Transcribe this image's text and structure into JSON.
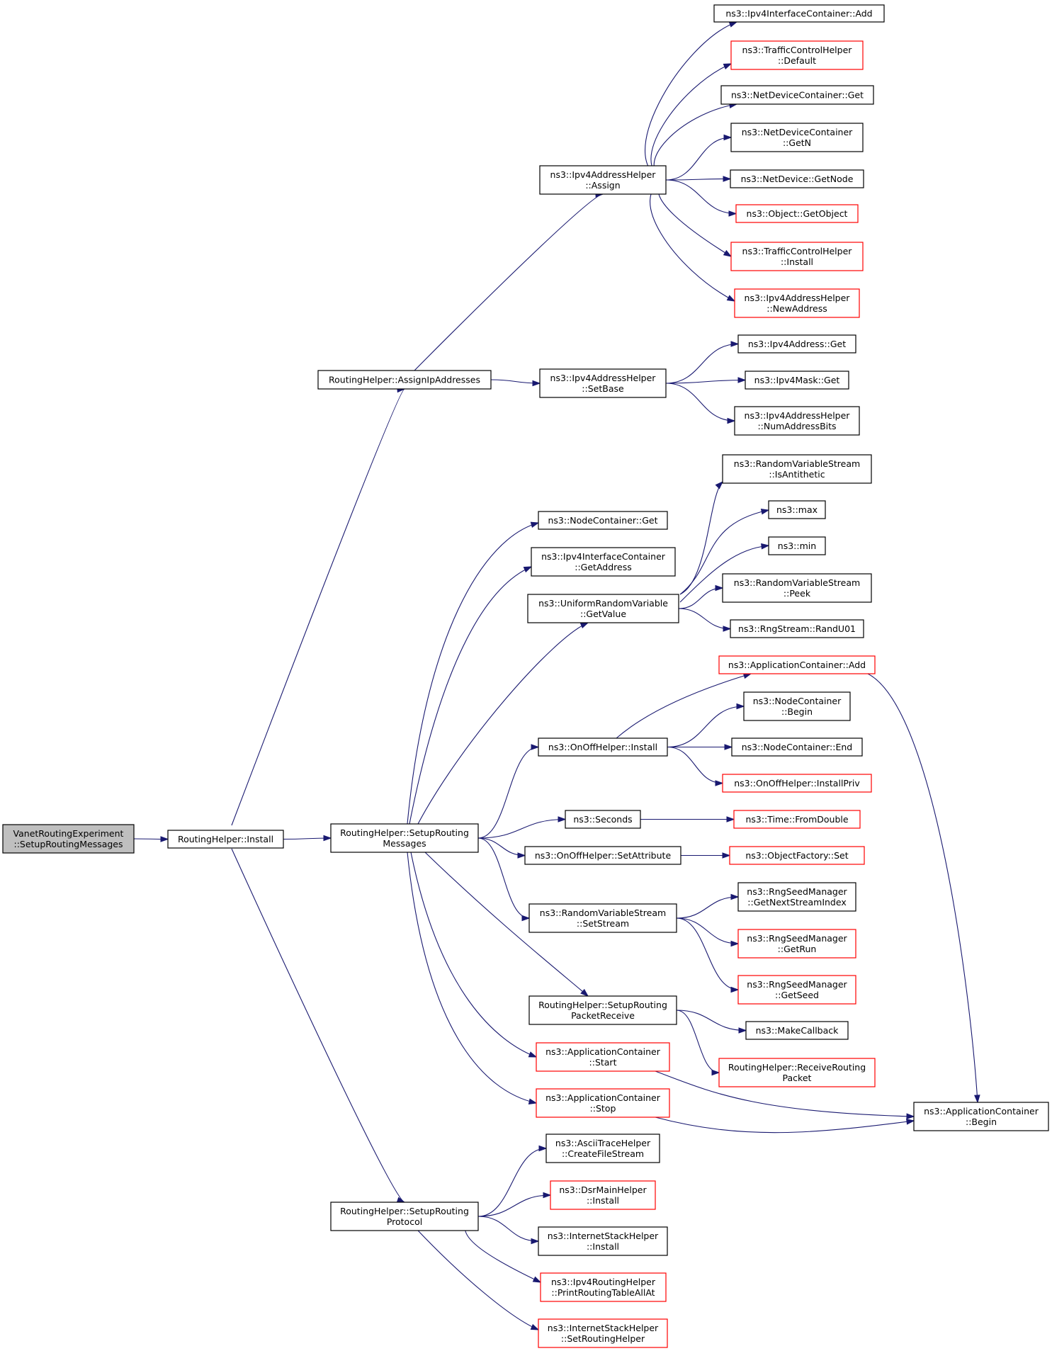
{
  "nodes": [
    {
      "id": "vre",
      "lines": [
        "VanetRoutingExperiment",
        "::SetupRoutingMessages"
      ],
      "style": "focus"
    },
    {
      "id": "install",
      "lines": [
        "RoutingHelper::Install"
      ],
      "style": "black"
    },
    {
      "id": "assignip",
      "lines": [
        "RoutingHelper::AssignIpAddresses"
      ],
      "style": "black"
    },
    {
      "id": "setupmsgs",
      "lines": [
        "RoutingHelper::SetupRouting",
        "Messages"
      ],
      "style": "black"
    },
    {
      "id": "setupproto",
      "lines": [
        "RoutingHelper::SetupRouting",
        "Protocol"
      ],
      "style": "black"
    },
    {
      "id": "assign",
      "lines": [
        "ns3::Ipv4AddressHelper",
        "::Assign"
      ],
      "style": "black"
    },
    {
      "id": "setbase",
      "lines": [
        "ns3::Ipv4AddressHelper",
        "::SetBase"
      ],
      "style": "black"
    },
    {
      "id": "ic_add",
      "lines": [
        "ns3::Ipv4InterfaceContainer::Add"
      ],
      "style": "black"
    },
    {
      "id": "tch_default",
      "lines": [
        "ns3::TrafficControlHelper",
        "::Default"
      ],
      "style": "red"
    },
    {
      "id": "ndc_get",
      "lines": [
        "ns3::NetDeviceContainer::Get"
      ],
      "style": "black"
    },
    {
      "id": "ndc_getn",
      "lines": [
        "ns3::NetDeviceContainer",
        "::GetN"
      ],
      "style": "black"
    },
    {
      "id": "nd_getnode",
      "lines": [
        "ns3::NetDevice::GetNode"
      ],
      "style": "black"
    },
    {
      "id": "obj_getobject",
      "lines": [
        "ns3::Object::GetObject"
      ],
      "style": "red"
    },
    {
      "id": "tch_install",
      "lines": [
        "ns3::TrafficControlHelper",
        "::Install"
      ],
      "style": "red"
    },
    {
      "id": "iah_newaddr",
      "lines": [
        "ns3::Ipv4AddressHelper",
        "::NewAddress"
      ],
      "style": "red"
    },
    {
      "id": "ipv4addr_get",
      "lines": [
        "ns3::Ipv4Address::Get"
      ],
      "style": "black"
    },
    {
      "id": "ipv4mask_get",
      "lines": [
        "ns3::Ipv4Mask::Get"
      ],
      "style": "black"
    },
    {
      "id": "iah_numbits",
      "lines": [
        "ns3::Ipv4AddressHelper",
        "::NumAddressBits"
      ],
      "style": "black"
    },
    {
      "id": "nc_get",
      "lines": [
        "ns3::NodeContainer::Get"
      ],
      "style": "black"
    },
    {
      "id": "ic_getaddr",
      "lines": [
        "ns3::Ipv4InterfaceContainer",
        "::GetAddress"
      ],
      "style": "black"
    },
    {
      "id": "urv_getvalue",
      "lines": [
        "ns3::UniformRandomVariable",
        "::GetValue"
      ],
      "style": "black"
    },
    {
      "id": "rvs_isanti",
      "lines": [
        "ns3::RandomVariableStream",
        "::IsAntithetic"
      ],
      "style": "black"
    },
    {
      "id": "max",
      "lines": [
        "ns3::max"
      ],
      "style": "black"
    },
    {
      "id": "min",
      "lines": [
        "ns3::min"
      ],
      "style": "black"
    },
    {
      "id": "rvs_peek",
      "lines": [
        "ns3::RandomVariableStream",
        "::Peek"
      ],
      "style": "black"
    },
    {
      "id": "rng_randu01",
      "lines": [
        "ns3::RngStream::RandU01"
      ],
      "style": "black"
    },
    {
      "id": "ac_add",
      "lines": [
        "ns3::ApplicationContainer::Add"
      ],
      "style": "red"
    },
    {
      "id": "onoff_install",
      "lines": [
        "ns3::OnOffHelper::Install"
      ],
      "style": "black"
    },
    {
      "id": "nc_begin",
      "lines": [
        "ns3::NodeContainer",
        "::Begin"
      ],
      "style": "black"
    },
    {
      "id": "nc_end",
      "lines": [
        "ns3::NodeContainer::End"
      ],
      "style": "black"
    },
    {
      "id": "onoff_installpriv",
      "lines": [
        "ns3::OnOffHelper::InstallPriv"
      ],
      "style": "red"
    },
    {
      "id": "seconds",
      "lines": [
        "ns3::Seconds"
      ],
      "style": "black"
    },
    {
      "id": "time_fromdouble",
      "lines": [
        "ns3::Time::FromDouble"
      ],
      "style": "red"
    },
    {
      "id": "onoff_setattr",
      "lines": [
        "ns3::OnOffHelper::SetAttribute"
      ],
      "style": "black"
    },
    {
      "id": "of_set",
      "lines": [
        "ns3::ObjectFactory::Set"
      ],
      "style": "red"
    },
    {
      "id": "rvs_setstream",
      "lines": [
        "ns3::RandomVariableStream",
        "::SetStream"
      ],
      "style": "black"
    },
    {
      "id": "rsm_getnext",
      "lines": [
        "ns3::RngSeedManager",
        "::GetNextStreamIndex"
      ],
      "style": "black"
    },
    {
      "id": "rsm_getrun",
      "lines": [
        "ns3::RngSeedManager",
        "::GetRun"
      ],
      "style": "red"
    },
    {
      "id": "rsm_getseed",
      "lines": [
        "ns3::RngSeedManager",
        "::GetSeed"
      ],
      "style": "red"
    },
    {
      "id": "setup_recv",
      "lines": [
        "RoutingHelper::SetupRouting",
        "PacketReceive"
      ],
      "style": "black"
    },
    {
      "id": "makecallback",
      "lines": [
        "ns3::MakeCallback"
      ],
      "style": "black"
    },
    {
      "id": "recv_pkt",
      "lines": [
        "RoutingHelper::ReceiveRouting",
        "Packet"
      ],
      "style": "red"
    },
    {
      "id": "ac_start",
      "lines": [
        "ns3::ApplicationContainer",
        "::Start"
      ],
      "style": "red"
    },
    {
      "id": "ac_stop",
      "lines": [
        "ns3::ApplicationContainer",
        "::Stop"
      ],
      "style": "red"
    },
    {
      "id": "ac_begin",
      "lines": [
        "ns3::ApplicationContainer",
        "::Begin"
      ],
      "style": "black"
    },
    {
      "id": "ath_create",
      "lines": [
        "ns3::AsciiTraceHelper",
        "::CreateFileStream"
      ],
      "style": "black"
    },
    {
      "id": "dsr_install",
      "lines": [
        "ns3::DsrMainHelper",
        "::Install"
      ],
      "style": "red"
    },
    {
      "id": "ish_install",
      "lines": [
        "ns3::InternetStackHelper",
        "::Install"
      ],
      "style": "black"
    },
    {
      "id": "irh_print",
      "lines": [
        "ns3::Ipv4RoutingHelper",
        "::PrintRoutingTableAllAt"
      ],
      "style": "red"
    },
    {
      "id": "ish_setrouting",
      "lines": [
        "ns3::InternetStackHelper",
        "::SetRoutingHelper"
      ],
      "style": "red"
    }
  ],
  "edges": [
    [
      "vre",
      "install"
    ],
    [
      "install",
      "assignip"
    ],
    [
      "install",
      "setupmsgs"
    ],
    [
      "install",
      "setupproto"
    ],
    [
      "assignip",
      "assign"
    ],
    [
      "assignip",
      "setbase"
    ],
    [
      "assign",
      "ic_add"
    ],
    [
      "assign",
      "tch_default"
    ],
    [
      "assign",
      "ndc_get"
    ],
    [
      "assign",
      "ndc_getn"
    ],
    [
      "assign",
      "nd_getnode"
    ],
    [
      "assign",
      "obj_getobject"
    ],
    [
      "assign",
      "tch_install"
    ],
    [
      "assign",
      "iah_newaddr"
    ],
    [
      "setbase",
      "ipv4addr_get"
    ],
    [
      "setbase",
      "ipv4mask_get"
    ],
    [
      "setbase",
      "iah_numbits"
    ],
    [
      "setupmsgs",
      "nc_get"
    ],
    [
      "setupmsgs",
      "ic_getaddr"
    ],
    [
      "setupmsgs",
      "urv_getvalue"
    ],
    [
      "setupmsgs",
      "onoff_install"
    ],
    [
      "setupmsgs",
      "seconds"
    ],
    [
      "setupmsgs",
      "onoff_setattr"
    ],
    [
      "setupmsgs",
      "rvs_setstream"
    ],
    [
      "setupmsgs",
      "setup_recv"
    ],
    [
      "setupmsgs",
      "ac_start"
    ],
    [
      "setupmsgs",
      "ac_stop"
    ],
    [
      "urv_getvalue",
      "rvs_isanti"
    ],
    [
      "urv_getvalue",
      "max"
    ],
    [
      "urv_getvalue",
      "min"
    ],
    [
      "urv_getvalue",
      "rvs_peek"
    ],
    [
      "urv_getvalue",
      "rng_randu01"
    ],
    [
      "onoff_install",
      "ac_add"
    ],
    [
      "onoff_install",
      "nc_begin"
    ],
    [
      "onoff_install",
      "nc_end"
    ],
    [
      "onoff_install",
      "onoff_installpriv"
    ],
    [
      "ac_add",
      "ac_begin"
    ],
    [
      "seconds",
      "time_fromdouble"
    ],
    [
      "onoff_setattr",
      "of_set"
    ],
    [
      "rvs_setstream",
      "rsm_getnext"
    ],
    [
      "rvs_setstream",
      "rsm_getrun"
    ],
    [
      "rvs_setstream",
      "rsm_getseed"
    ],
    [
      "setup_recv",
      "makecallback"
    ],
    [
      "setup_recv",
      "recv_pkt"
    ],
    [
      "ac_start",
      "ac_begin"
    ],
    [
      "ac_stop",
      "ac_begin"
    ],
    [
      "setupproto",
      "ath_create"
    ],
    [
      "setupproto",
      "dsr_install"
    ],
    [
      "setupproto",
      "ish_install"
    ],
    [
      "setupproto",
      "irh_print"
    ],
    [
      "setupproto",
      "ish_setrouting"
    ]
  ]
}
